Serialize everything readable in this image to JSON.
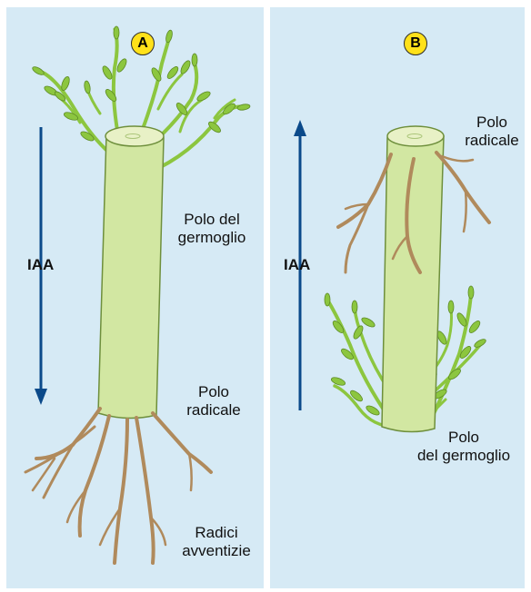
{
  "panels": {
    "a": {
      "badge": "A",
      "arrow_label": "IAA",
      "labels": {
        "shoot_pole_line1": "Polo del",
        "shoot_pole_line2": "germoglio",
        "root_pole_line1": "Polo",
        "root_pole_line2": "radicale",
        "adventitious_line1": "Radici",
        "adventitious_line2": "avventizie"
      }
    },
    "b": {
      "badge": "B",
      "arrow_label": "IAA",
      "labels": {
        "root_pole_line1": "Polo",
        "root_pole_line2": "radicale",
        "shoot_pole_line1": "Polo",
        "shoot_pole_line2": "del germoglio"
      }
    }
  },
  "colors": {
    "background_panel": "#d6eaf5",
    "stem_fill": "#d2e7a2",
    "stem_stroke": "#6e8f3c",
    "shoot": "#8cc63f",
    "leaf": "#8cc63f",
    "root": "#b08a5c",
    "arrow": "#0b4a8a",
    "badge": "#ffe11a"
  },
  "icons": [
    "arrow-down-icon",
    "arrow-up-icon"
  ]
}
